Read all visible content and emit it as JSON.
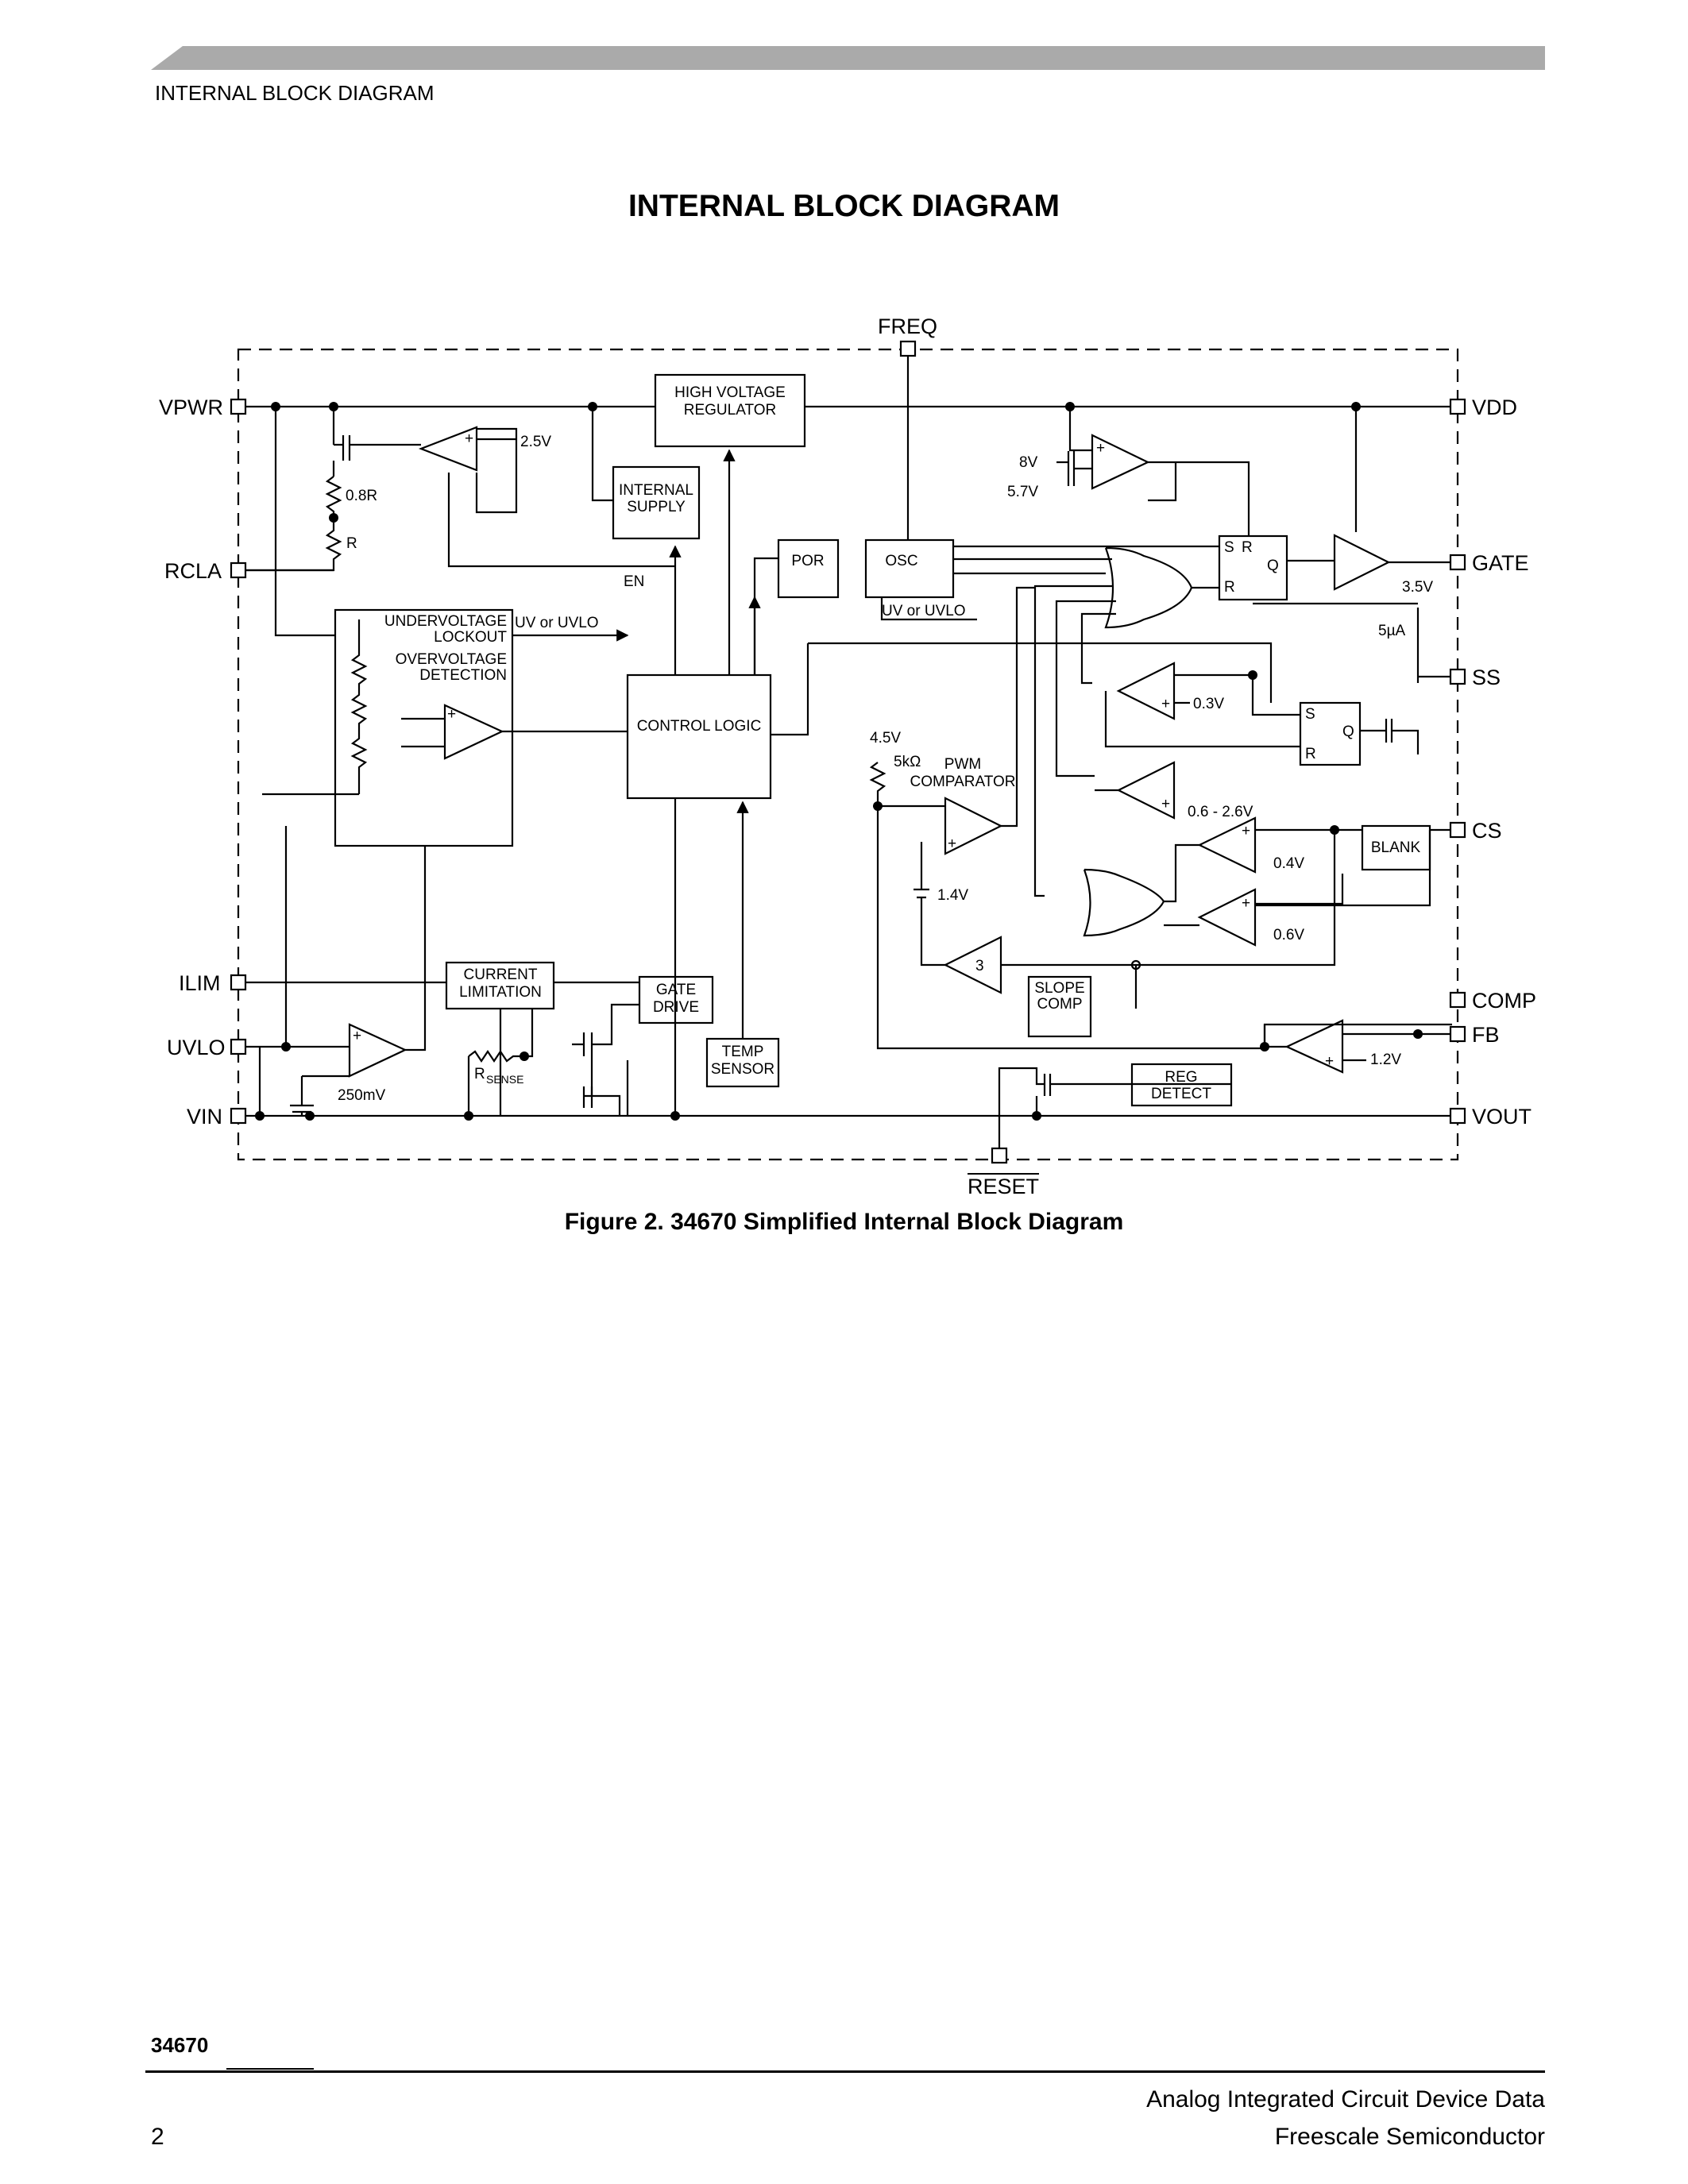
{
  "header": {
    "section_label": "INTERNAL BLOCK DIAGRAM"
  },
  "page_title": "INTERNAL BLOCK DIAGRAM",
  "pins": {
    "freq": "FREQ",
    "vpwr": "VPWR",
    "rcla": "RCLA",
    "ilim": "ILIM",
    "uvlo": "UVLO",
    "vin": "VIN",
    "vdd": "VDD",
    "gate": "GATE",
    "ss": "SS",
    "cs": "CS",
    "comp": "COMP",
    "fb": "FB",
    "vout": "VOUT",
    "reset": "RESET"
  },
  "blocks": {
    "hv_reg_1": "HIGH VOLTAGE",
    "hv_reg_2": "REGULATOR",
    "int_supply_1": "INTERNAL",
    "int_supply_2": "SUPPLY",
    "por": "POR",
    "osc": "OSC",
    "uvlock_1": "UNDERVOLTAGE",
    "uvlock_2": "LOCKOUT",
    "ovdet_1": "OVERVOLTAGE",
    "ovdet_2": "DETECTION",
    "control_logic": "CONTROL LOGIC",
    "current_lim_1": "CURRENT",
    "current_lim_2": "LIMITATION",
    "gate_drive_1": "GATE",
    "gate_drive_2": "DRIVE",
    "temp_sensor_1": "TEMP",
    "temp_sensor_2": "SENSOR",
    "slope_comp_1": "SLOPE",
    "slope_comp_2": "COMP",
    "reg_detect_1": "REG",
    "reg_detect_2": "DETECT",
    "blank": "BLANK",
    "pwm_comp_1": "PWM",
    "pwm_comp_2": "COMPARATOR"
  },
  "labels": {
    "v2_5": "2.5V",
    "r0_8": "0.8R",
    "r": "R",
    "en": "EN",
    "uv_or_uvlo": "UV or UVLO",
    "v8": "8V",
    "v5_7": "5.7V",
    "v3_5": "3.5V",
    "i5ua": "5µA",
    "v0_3": "0.3V",
    "v0_6_2_6": "0.6 - 2.6V",
    "v4_5": "4.5V",
    "r5k": "5kΩ",
    "v1_4": "1.4V",
    "v0_4": "0.4V",
    "v0_6": "0.6V",
    "gain3": "3",
    "v1_2": "1.2V",
    "v250mv": "250mV",
    "rsense_main": "R",
    "rsense_sub": "SENSE",
    "latch_s": "S",
    "latch_r": "R",
    "latch_q": "Q",
    "plus": "+",
    "minus": "–"
  },
  "caption": "Figure 2. 34670 Simplified Internal Block Diagram",
  "footer": {
    "part_number": "34670",
    "page_number": "2",
    "line1": "Analog Integrated Circuit Device Data",
    "line2": "Freescale Semiconductor"
  }
}
